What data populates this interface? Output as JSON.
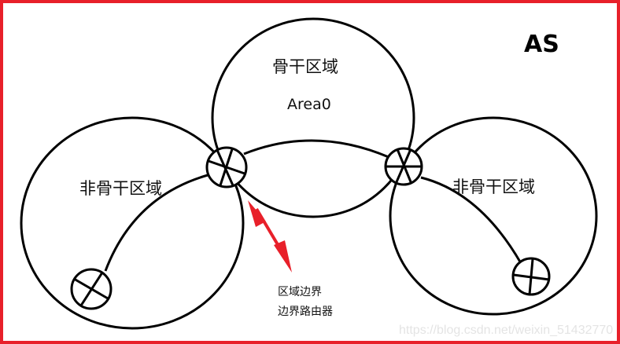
{
  "title": "AS",
  "areas": [
    {
      "id": "backbone",
      "label": "骨干区域",
      "sublabel": "Area0"
    },
    {
      "id": "left",
      "label": "非骨干区域"
    },
    {
      "id": "right",
      "label": "非骨干区域"
    }
  ],
  "annotation": {
    "line1": "区域边界",
    "line2": "边界路由器"
  },
  "watermark": "https://blog.csdn.net/weixin_51432770",
  "colors": {
    "border": "#e8202a",
    "arrow": "#e8202a",
    "stroke": "#000000"
  }
}
